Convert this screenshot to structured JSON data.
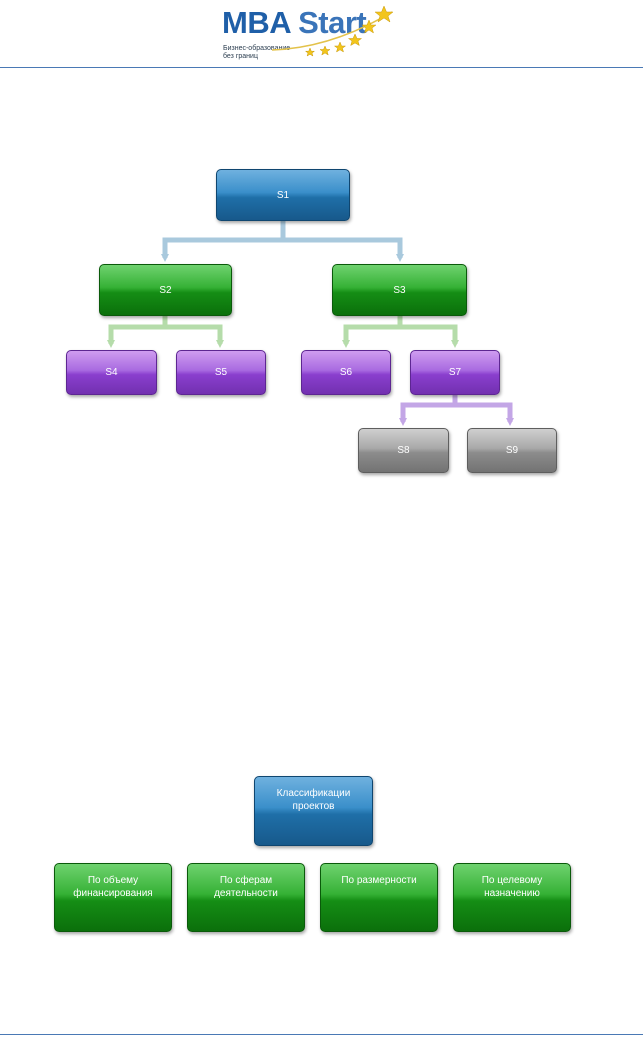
{
  "header": {
    "logo_title_mba": "MBA",
    "logo_title_start": "Start",
    "logo_tagline_1": "Бизнес-образование",
    "logo_tagline_2": "без границ"
  },
  "tree_diagram": {
    "nodes": {
      "s1": "S1",
      "s2": "S2",
      "s3": "S3",
      "s4": "S4",
      "s5": "S5",
      "s6": "S6",
      "s7": "S7",
      "s8": "S8",
      "s9": "S9"
    },
    "colors": {
      "connector_blue": "#a9c9dd",
      "connector_green": "#b5dcaa",
      "connector_purple": "#c3a6e6"
    }
  },
  "classification_diagram": {
    "root": "Классификации\nпроектов",
    "children": [
      "По объему\nфинансирования",
      "По сферам\nдеятельности",
      "По размерности",
      "По целевому\nназначению"
    ]
  }
}
